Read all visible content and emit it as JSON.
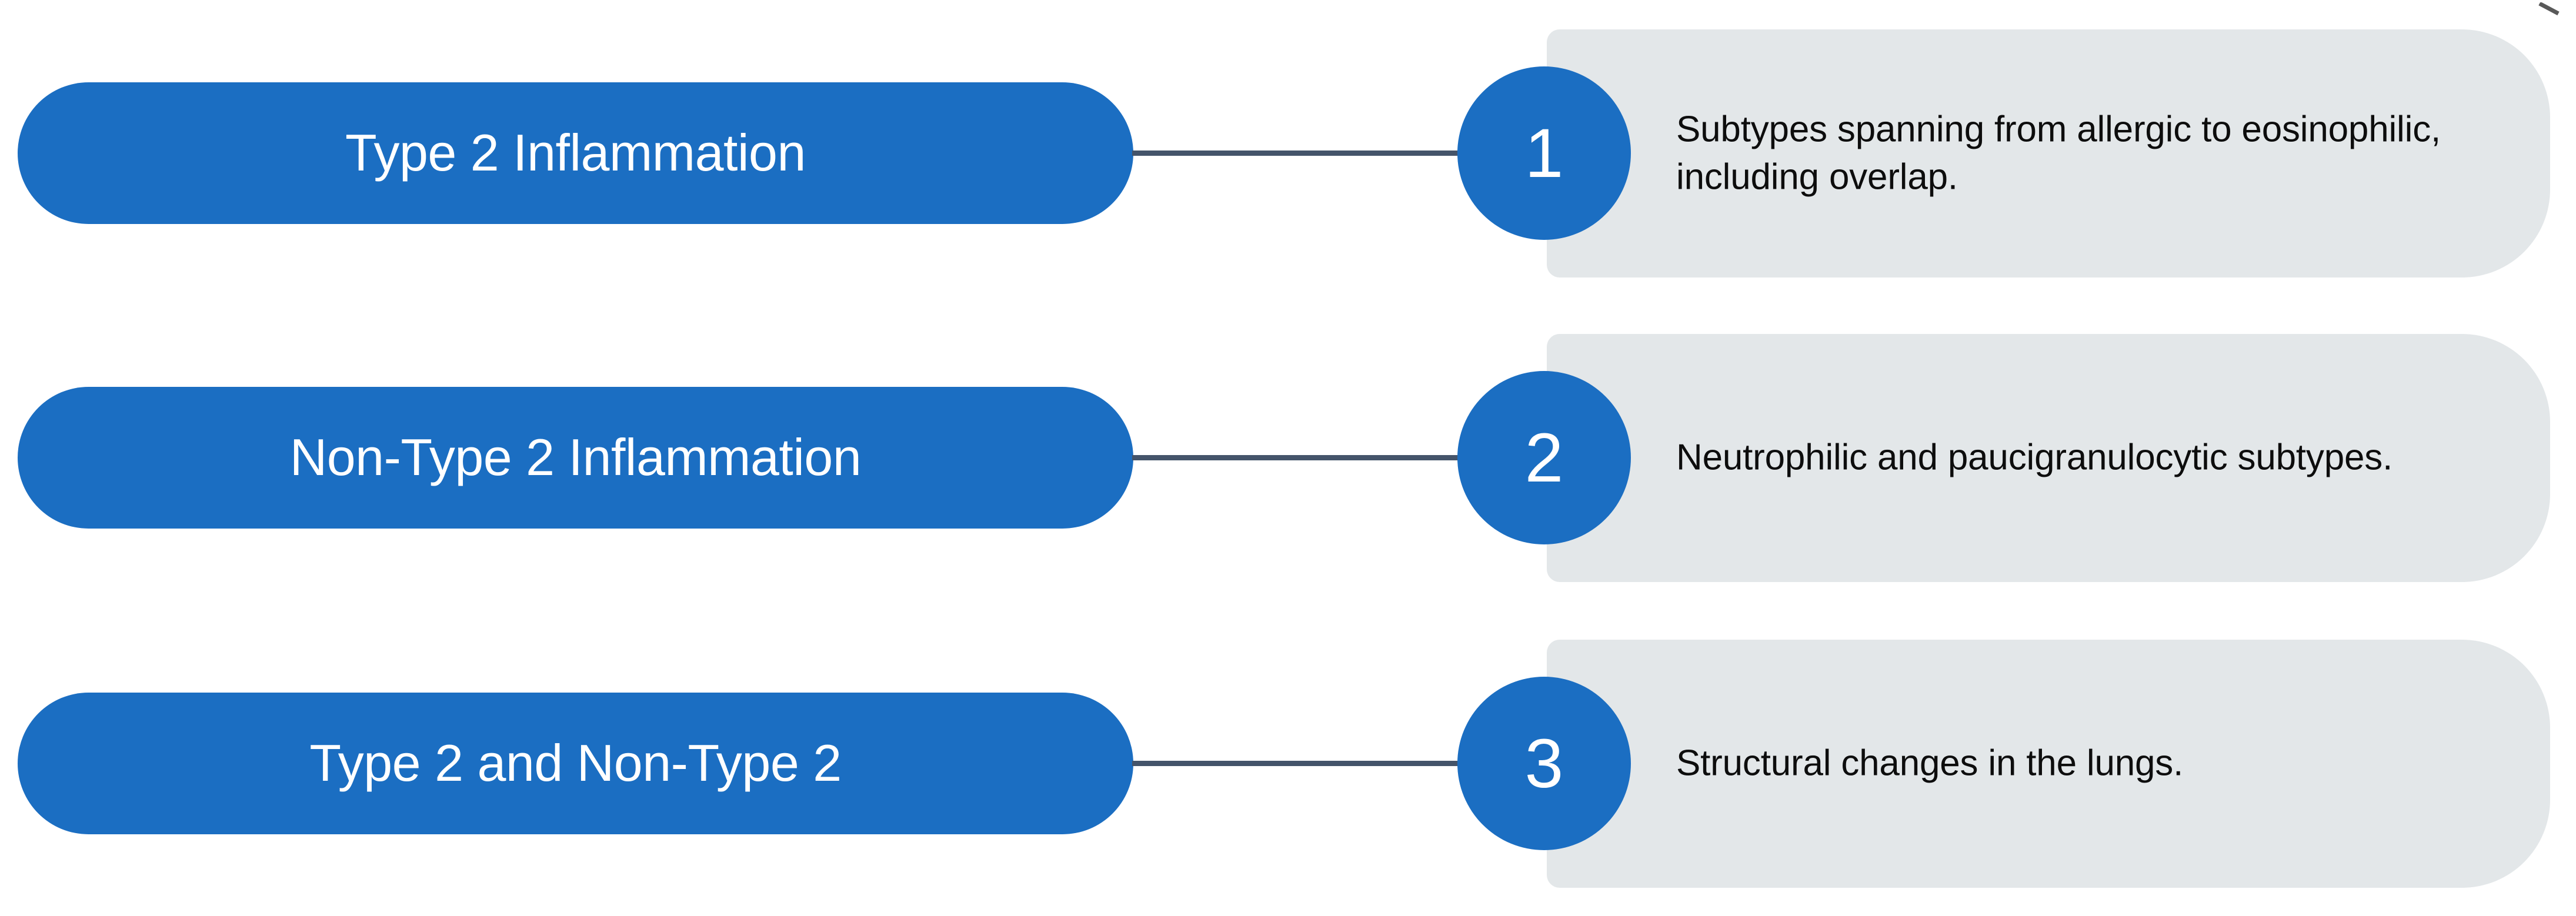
{
  "diagram": {
    "type": "three-step-process",
    "accent_color": "#1b6ec2",
    "panel_color": "#e3e7e9",
    "connector_color": "#44546a",
    "pill_text_color": "#ffffff",
    "panel_text_color": "#0d0d0d",
    "rows": [
      {
        "number": "1",
        "pill_label": "Type 2 Inflammation",
        "description": "Subtypes spanning from allergic to eosinophilic, including overlap."
      },
      {
        "number": "2",
        "pill_label": "Non-Type 2 Inflammation",
        "description": "Neutrophilic and paucigranulocytic subtypes."
      },
      {
        "number": "3",
        "pill_label": "Type 2 and Non-Type 2",
        "description": "Structural changes in the lungs."
      }
    ]
  }
}
